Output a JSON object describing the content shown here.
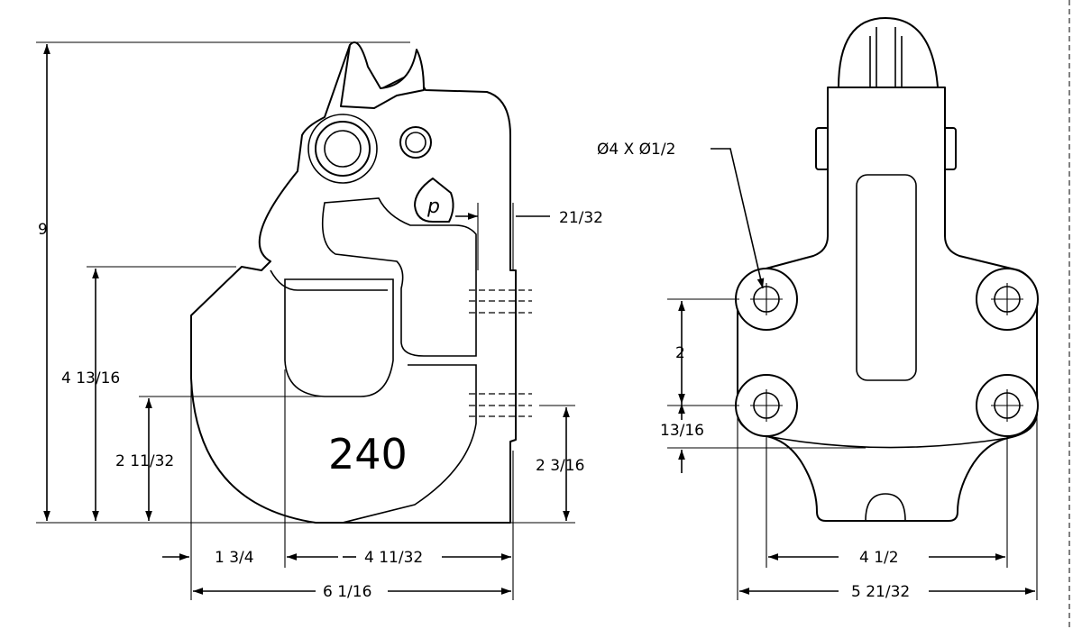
{
  "part_number": "240",
  "side_view": {
    "dims": {
      "overall_height": "9",
      "height_4_13_16": "4 13/16",
      "height_2_11_32": "2 11/32",
      "height_2_3_16": "2 3/16",
      "offset_21_32": "21/32",
      "width_1_3_4": "1 3/4",
      "width_4_11_32": "4 11/32",
      "overall_width": "6 1/16"
    }
  },
  "front_view": {
    "dims": {
      "hole_callout": "Ø4 X Ø1/2",
      "hole_vertical_spacing": "2",
      "offset_13_16": "13/16",
      "hole_horizontal_spacing": "4 1/2",
      "overall_width": "5 21/32"
    }
  }
}
